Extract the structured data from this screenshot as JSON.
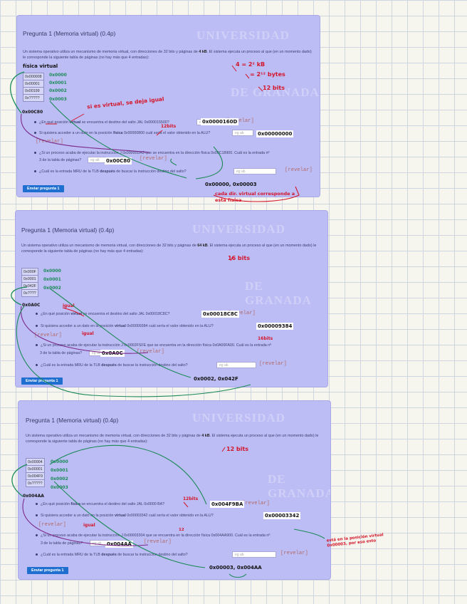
{
  "watermark": {
    "line1": "UNIVERSIDAD",
    "line2": "DE GRANADA"
  },
  "cards": [
    {
      "title": "Pregunta 1 (Memoria virtual) (0.4p)",
      "para1": "Un sistema operativo utiliza un mecanismo de memoria virtual, con direcciones de 32 bits y páginas de ",
      "pagesize": "4 kB",
      "para2": ". El sistema ejecuta un proceso al que (en un momento dado) le corresponde la siguiente tabla de páginas (no hay más que 4 entradas):",
      "table": [
        "0x000008",
        "0x00001",
        "0x00199",
        "0x?????"
      ],
      "q1a": "¿En qué posición ",
      "q1b": "virtual",
      "q1c": " se encuentra el destino del salto JAL 0x000015500?",
      "q2a": "Si quisiera acceder a un dato en la posición ",
      "q2b": "física",
      "q2c": " 0x00000800 cuál sería el valor obtenido en la ALU?",
      "q3": "¿Si un proceso acaba de ejecutar la instrucción J 0x00000DA3 que se encuentra en la dirección física 0x00C18900. Cuál es la entrada nº 3 de la tabla de páginas?",
      "q3a": "¿Si un proceso acaba de ejecutar la instrucción J 0x00000DA3 que se encuentra en la dirección física 0x00C18900. Cuál es la entrada nº",
      "q3b": "3 de la tabla de páginas?",
      "q4a": "¿Cuál es la entrada MRU de la TLB ",
      "q4b": "después",
      "q4c": " de buscar la instrucción destino del salto?",
      "placeholder": "eg ab",
      "reveal": "[revelar]",
      "button": "Enviar pregunta 1",
      "notes": {
        "hdr": "física  virtual",
        "col": [
          "0x0000",
          "0x0001",
          "0x0002",
          "0x0003"
        ],
        "foot": "0x00C80",
        "eq1": "4 = 2² kB",
        "eq2": "= 2¹² bytes",
        "eq3": "12 bits",
        "remark": "si es virtual, se deja igual",
        "bits": "12bits",
        "ans1": "0x0000160D",
        "ans2": "0x00000000",
        "ans3": "0x00C80",
        "ans4": "0x00000, 0x00003",
        "foot2": "cada dir. virtual corresponde a esta física"
      }
    },
    {
      "title": "Pregunta 1 (Memoria virtual) (0.4p)",
      "para1": "Un sistema operativo utiliza un mecanismo de memoria virtual, con direcciones de 32 bits y páginas de ",
      "pagesize": "64 kB",
      "para2": ". El sistema ejecuta un proceso al que (en un momento dado) le corresponde la siguiente tabla de páginas (no hay más que 4 entradas):",
      "table": [
        "0x000F",
        "0x0001",
        "0x042F",
        "0x????"
      ],
      "q1a": "¿En qué posición ",
      "q1b": "virtual",
      "q1c": " se encuentra el destino del salto JAL 0x00018C8C?",
      "q2a": "Si quisiera acceder a un dato en la posición ",
      "q2b": "virtual",
      "q2c": " 0x00009384 cuál sería el valor obtenido en la ALU?",
      "q3a": "¿Si un proceso acaba de ejecutar la instrucción J 0x0002FSFE que se encuentra en la dirección física 0x0A00FA00. Cuál es la entrada nº",
      "q3b": "3 de la tabla de páginas?",
      "q4a": "¿Cuál es la entrada MRU de la TLB ",
      "q4b": "después",
      "q4c": " de buscar la instrucción destino del salto?",
      "placeholder": "eg ab",
      "reveal": "[revelar]",
      "button": "Enviar pregunta 1",
      "notes": {
        "col": [
          "0x0000",
          "0x0001",
          "0x0002"
        ],
        "foot": "0x0A0C",
        "bits": "16 bits",
        "igual1": "igual",
        "igual2": "igual",
        "bits2": "16bits",
        "ans1": "0x00018C8C",
        "ans2": "0x00009384",
        "ans3": "0x0A0C",
        "ans4": "0x0002, 0x042F"
      }
    },
    {
      "title": "Pregunta 1 (Memoria virtual) (0.4p)",
      "para1": "Un sistema operativo utiliza un mecanismo de memoria virtual, con direcciones de 32 bits y páginas de ",
      "pagesize": "4 kB",
      "para2": ". El sistema ejecuta un proceso al que (en un momento dado) le corresponde la siguiente tabla de páginas (no hay más que 4 entradas):",
      "table": [
        "0x00004",
        "0x00001",
        "0x004F9",
        "0x?????"
      ],
      "q1a": "¿En qué posición ",
      "q1b": "física",
      "q1c": " se encuentra el destino del salto JAL 0x0000 BA?",
      "q2a": "Si quisiera acceder a un dato en la posición ",
      "q2b": "virtual",
      "q2c": " 0x00003342 cuál sería el valor obtenido en la ALU?",
      "q3a": "¿Si un proceso acaba de ejecutar la instrucción J 0x00003304 que se encuentra en la dirección física 0x004AA900. Cuál es la entrada nº",
      "q3b": "3 de la tabla de páginas?",
      "q4a": "¿Cuál es la entrada MRU de la TLB ",
      "q4b": "después",
      "q4c": " de buscar la instrucción destino del salto?",
      "placeholder": "eg ab",
      "reveal": "[revelar]",
      "button": "Enviar pregunta 1",
      "notes": {
        "col": [
          "0x0000",
          "0x0001",
          "0x0002",
          "0x0003"
        ],
        "foot": "0x004AA",
        "bits": "12 bits",
        "ans1": "0x004F9BA",
        "ans2": "0x00003342",
        "ans3": "0x004AA",
        "ans4": "0x00003, 0x004AA",
        "igual": "igual",
        "n12": "12",
        "bits2": "12bits",
        "side": "está en la posición virtual 0x00003, por eso esto"
      }
    }
  ]
}
